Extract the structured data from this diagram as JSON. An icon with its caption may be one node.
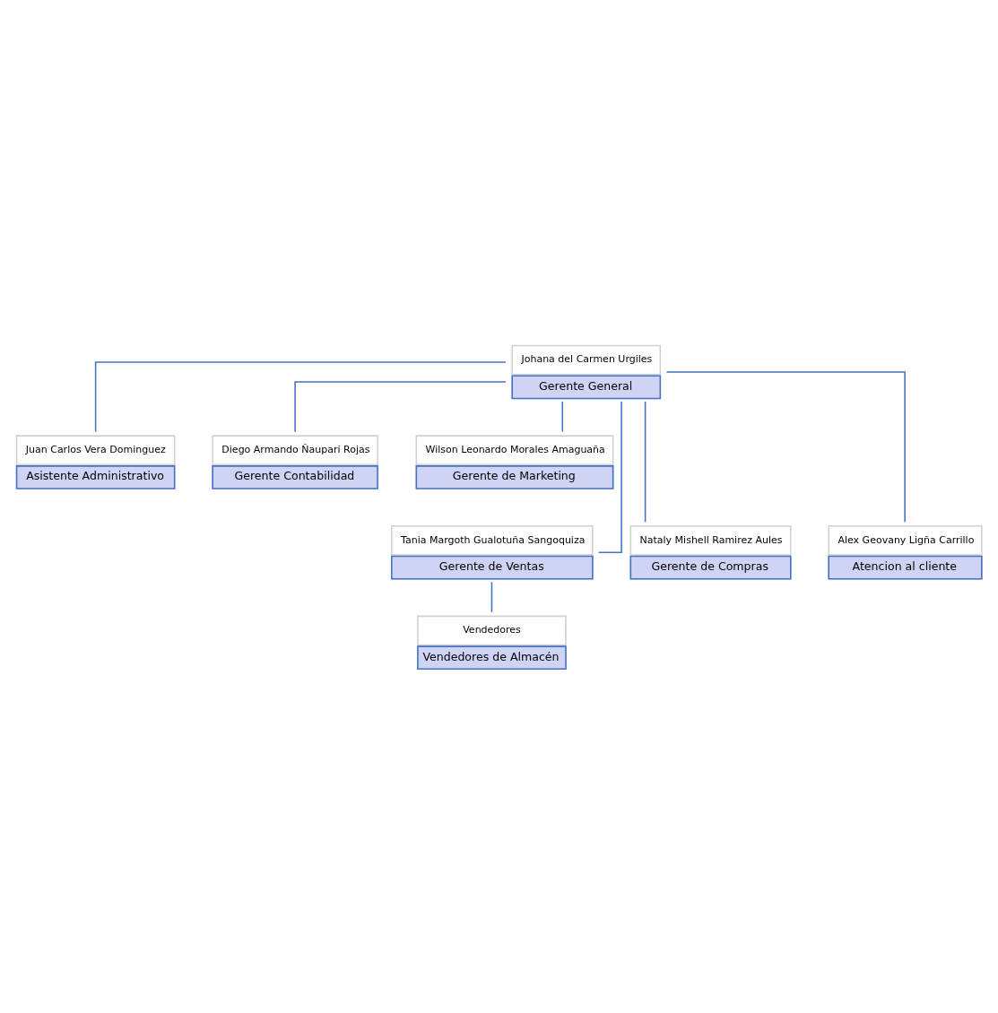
{
  "diagram": {
    "nodes": [
      {
        "text": [
          "Johana del Carmen Urgiles",
          "Gerente General"
        ]
      },
      {
        "text": [
          "Juan Carlos Vera Dominguez",
          "Asistente Administrativo"
        ]
      },
      {
        "text": [
          "Diego Armando Ñaupari Rojas",
          "Gerente Contabilidad"
        ]
      },
      {
        "text": [
          "Wilson Leonardo Morales Amaguaña",
          "Gerente de Marketing"
        ]
      },
      {
        "text": [
          "Tania Margoth Gualotuña Sangoquiza",
          "Gerente de Ventas"
        ]
      },
      {
        "text": [
          "Nataly Mishell Ramirez Aules",
          "Gerente de Compras"
        ]
      },
      {
        "text": [
          "Alex Geovany Ligña Carrillo",
          "Atencion al cliente"
        ]
      },
      {
        "text": [
          "Vendedores",
          "Vendedores de Almacén"
        ]
      }
    ],
    "edges": [
      {
        "from": 0,
        "to": 1,
        "arrow": "none"
      },
      {
        "from": 0,
        "to": 2,
        "arrow": "none"
      },
      {
        "from": 0,
        "to": 3,
        "arrow": "none"
      },
      {
        "from": 0,
        "to": 4,
        "arrow": "none"
      },
      {
        "from": 0,
        "to": 5,
        "arrow": "none"
      },
      {
        "from": 0,
        "to": 6,
        "arrow": "none"
      },
      {
        "from": 4,
        "to": 7,
        "arrow": "none"
      }
    ]
  }
}
